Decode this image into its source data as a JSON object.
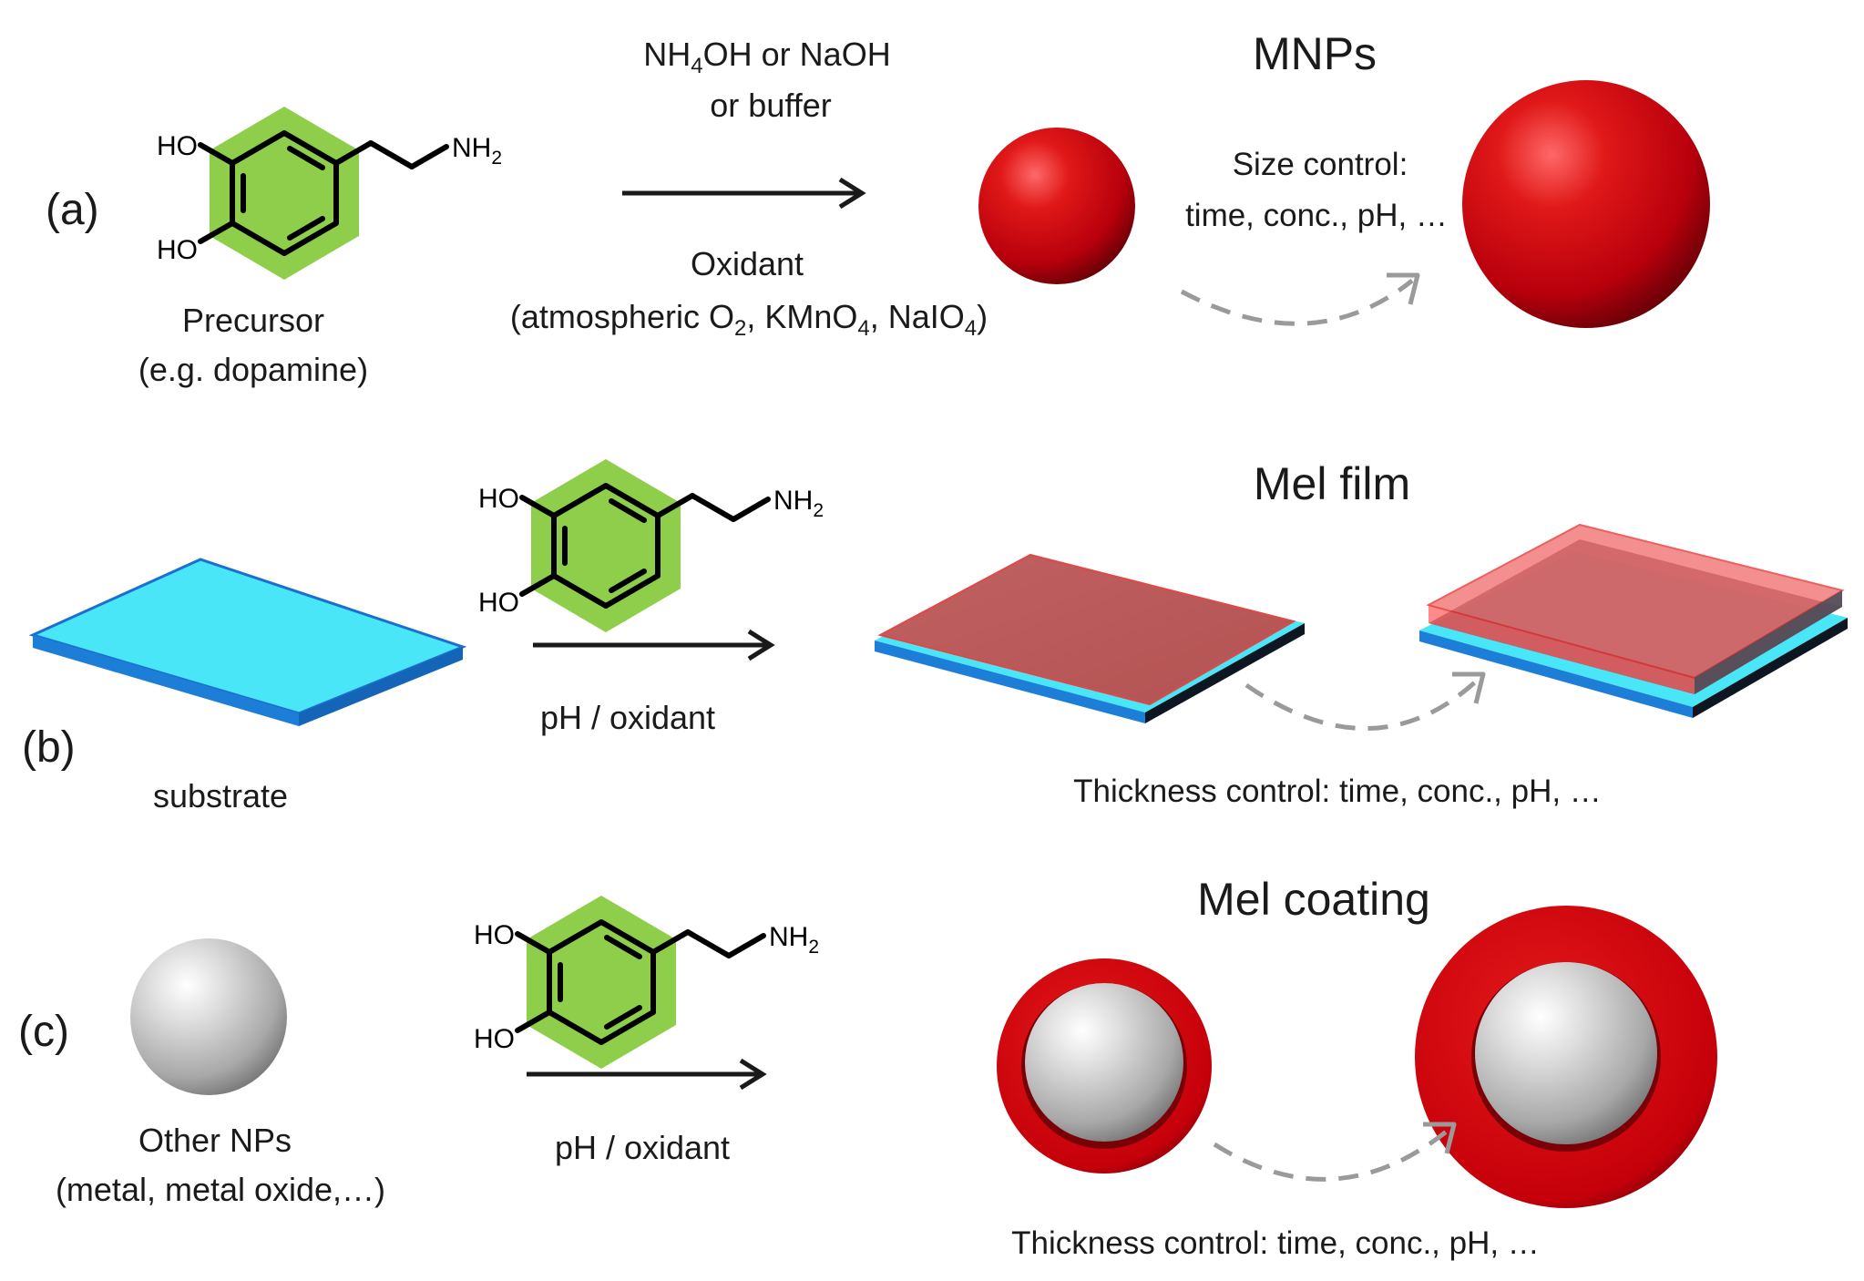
{
  "panel_a": {
    "label": "(a)",
    "precursor_line1": "Precursor",
    "precursor_line2": "(e.g. dopamine)",
    "reagent_line1": {
      "a": "NH",
      "sub": "4",
      "b": "OH or NaOH"
    },
    "reagent_line2": "or buffer",
    "oxidant_title": "Oxidant",
    "oxidant_line": {
      "a": "(atmospheric O",
      "s1": "2",
      "b": ", KMnO",
      "s2": "4",
      "c": ", NaIO",
      "s3": "4",
      "d": ")"
    },
    "title": "MNPs",
    "size_control_line1": "Size control:",
    "size_control_line2": "time, conc., pH, …"
  },
  "panel_b": {
    "label": "(b)",
    "substrate_label": "substrate",
    "condition": "pH / oxidant",
    "title": "Mel film",
    "thickness_control": "Thickness control: time, conc., pH, …"
  },
  "panel_c": {
    "label": "(c)",
    "other_line1": "Other NPs",
    "other_line2": "(metal, metal oxide,…)",
    "condition": "pH / oxidant",
    "title": "Mel coating",
    "thickness_control": "Thickness control: time, conc., pH, …"
  },
  "molecule": {
    "ho": "HO",
    "nh": "NH",
    "nh_sub": "2"
  },
  "colors": {
    "melanin_red": "#c8000a",
    "ring_green": "#8fce4a",
    "substrate_cyan": "#48e6f6",
    "substrate_blue": "#1c7ed6",
    "nanoparticle_grey": "#c8c8c8",
    "dashed_arrow": "#9a9a9a"
  }
}
